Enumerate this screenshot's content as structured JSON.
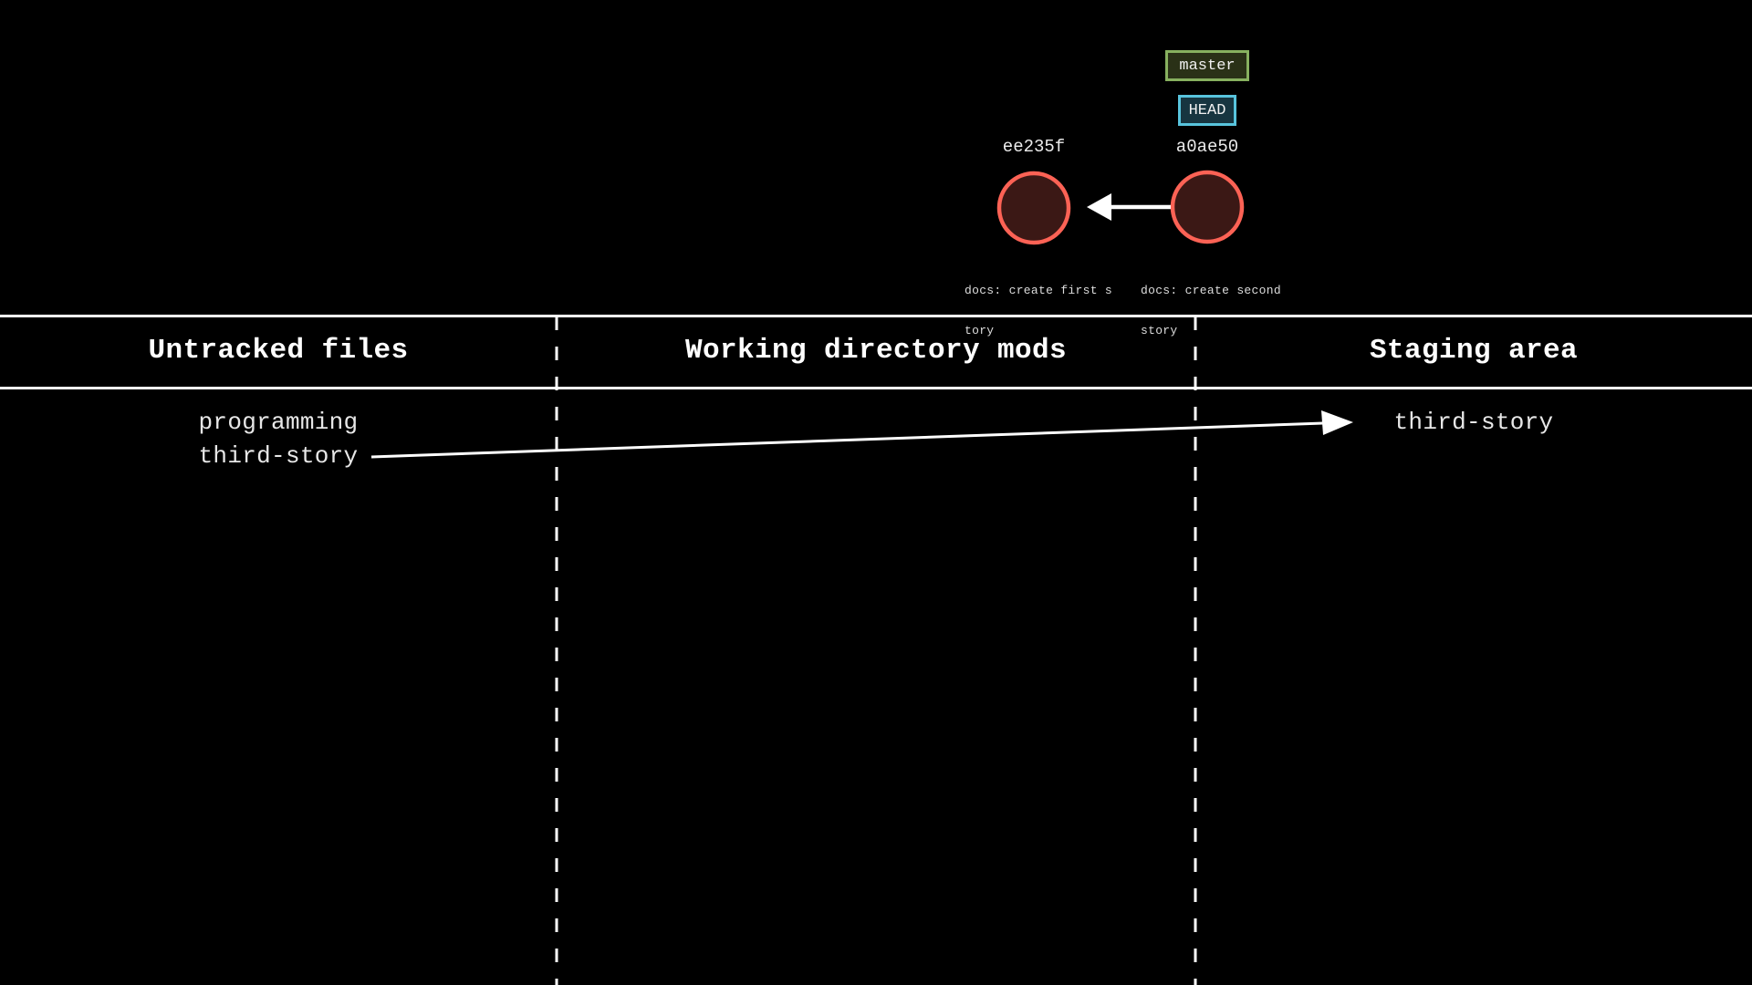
{
  "commit_graph": {
    "commits": [
      {
        "hash": "ee235f",
        "message_line1": "docs: create first s",
        "message_line2": "tory"
      },
      {
        "hash": "a0ae50",
        "message_line1": "docs: create second",
        "message_line2": "story"
      }
    ],
    "refs": {
      "branch_label": "master",
      "head_label": "HEAD"
    },
    "colors": {
      "commit_stroke": "#fc6255",
      "commit_fill": "#3b1815",
      "branch_border": "#87b05f",
      "branch_fill": "#2a3117",
      "head_border": "#58c4dd",
      "head_fill": "#173540",
      "arrow": "#ffffff"
    }
  },
  "status_table": {
    "columns": [
      {
        "header": "Untracked files",
        "items": [
          "programming",
          "third-story"
        ]
      },
      {
        "header": "Working directory mods",
        "items": []
      },
      {
        "header": "Staging area",
        "items": [
          "third-story"
        ]
      }
    ],
    "colors": {
      "rule": "#ffffff",
      "divider": "#ffffff",
      "text": "#e7e7e7"
    }
  }
}
